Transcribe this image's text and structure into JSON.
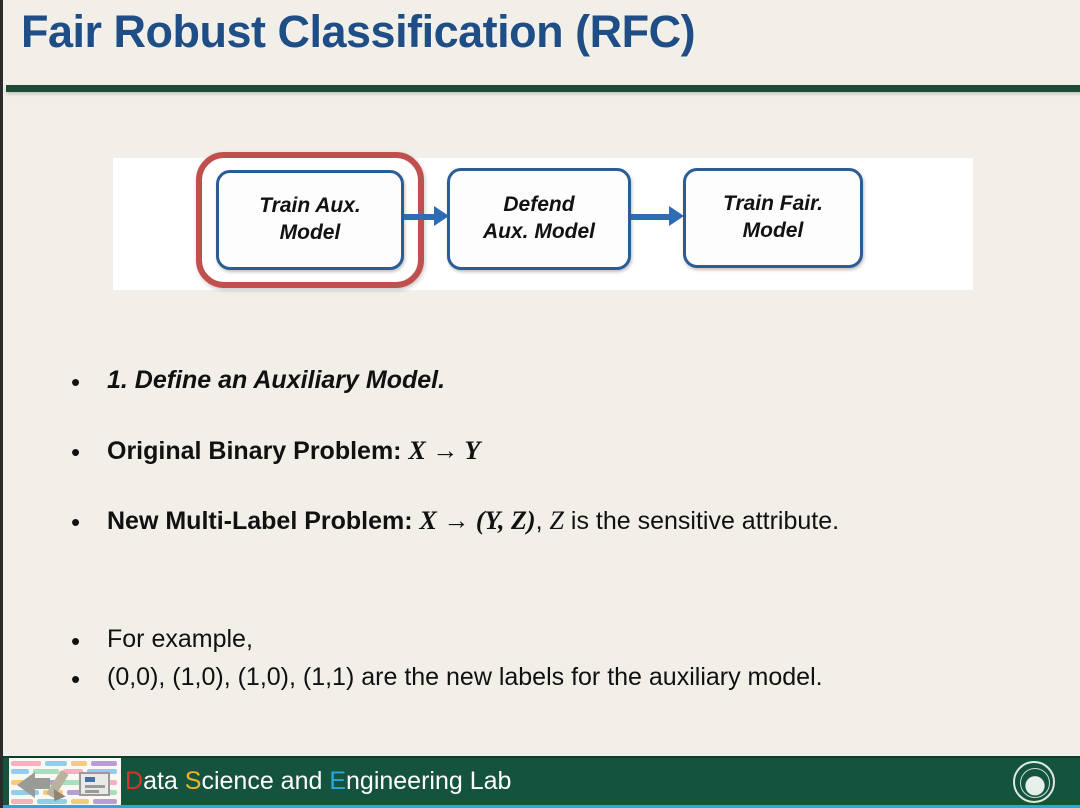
{
  "slide": {
    "title": "Fair Robust Classification  (RFC)",
    "accent_blue": "#1f4e87",
    "rule_green": "#1d4b38",
    "background": "#f2efe8"
  },
  "diagram": {
    "boxes": [
      {
        "line1": "Train Aux.",
        "line2": "Model",
        "highlighted": true
      },
      {
        "line1": "Defend",
        "line2": "Aux. Model",
        "highlighted": false
      },
      {
        "line1": "Train Fair.",
        "line2": "Model",
        "highlighted": false
      }
    ],
    "box_border_color": "#2b5c96",
    "highlight_color": "#c0504d",
    "arrow_color": "#2e6db4"
  },
  "bullets": [
    {
      "marker": "•",
      "parts": [
        {
          "text": "1. Define an Auxiliary Model.",
          "style": "bold-italic"
        }
      ]
    },
    {
      "marker": "•",
      "parts": [
        {
          "text": "Original Binary Problem: ",
          "style": "bold"
        },
        {
          "text": "X → Y",
          "style": "math-bold"
        }
      ]
    },
    {
      "marker": "•",
      "parts": [
        {
          "text": "New Multi-Label Problem: ",
          "style": "bold"
        },
        {
          "text": "X → (Y, Z)",
          "style": "math-bold"
        },
        {
          "text": ", ",
          "style": "regular"
        },
        {
          "text": "Z",
          "style": "math"
        },
        {
          "text": " is the sensitive attribute.",
          "style": "regular"
        }
      ]
    },
    {
      "marker": "•",
      "parts": [
        {
          "text": "For example,",
          "style": "regular"
        }
      ]
    },
    {
      "marker": "•",
      "parts": [
        {
          "text": "(0,0), (1,0), (1,0), (1,1) are the new labels for the auxiliary model.",
          "style": "regular"
        }
      ]
    }
  ],
  "bullet_text": {
    "b1_main": "1. Define an Auxiliary Model.",
    "b2_label": "Original Binary Problem: ",
    "b2_math": "X → Y",
    "b3_label": "New Multi-Label Problem: ",
    "b3_math": "X → (Y, Z)",
    "b3_comma": ", ",
    "b3_z": "Z",
    "b3_tail": " is the sensitive attribute.",
    "b4_main": "For example,",
    "b5_main": "(0,0), (1,0), (1,0), (1,1) are the new labels for the auxiliary model.",
    "marker": "•"
  },
  "footer": {
    "text_d": "D",
    "text_ata": "ata ",
    "text_s": "S",
    "text_cience_and": "cience and ",
    "text_e": "E",
    "text_ngineering_lab": "ngineering Lab",
    "band_color": "#14543f",
    "underline_color": "#2aa8dd",
    "color_d": "#e03127",
    "color_s": "#f0b323",
    "color_e": "#2aa8dd"
  }
}
